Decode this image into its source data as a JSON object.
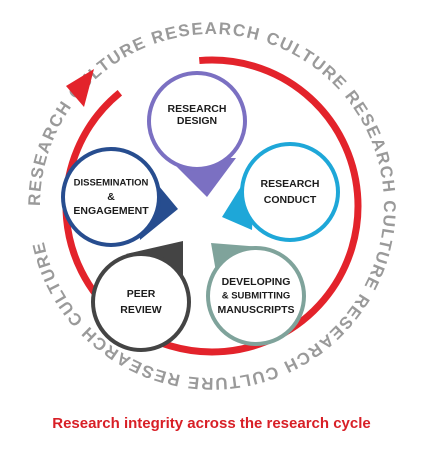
{
  "ring_text": [
    "RESEARCH CULTURE",
    "RESEARCH CULTURE",
    "RESEARCH CULTURE",
    "RESEARCH CULTURE",
    "RESEARCH CULTURE"
  ],
  "stages": [
    {
      "id": "research-design",
      "lines": [
        "RESEARCH",
        "DESIGN"
      ],
      "color": "#7b70c2"
    },
    {
      "id": "research-conduct",
      "lines": [
        "RESEARCH",
        "CONDUCT"
      ],
      "color": "#1ea7d8"
    },
    {
      "id": "developing-submitting",
      "lines": [
        "DEVELOPING",
        "& SUBMITTING",
        "MANUSCRIPTS"
      ],
      "color": "#7fa39b"
    },
    {
      "id": "peer-review",
      "lines": [
        "PEER",
        "REVIEW"
      ],
      "color": "#444444"
    },
    {
      "id": "dissemination",
      "lines": [
        "DISSEMINATION",
        "&",
        "ENGAGEMENT"
      ],
      "color": "#274d8f"
    }
  ],
  "colors": {
    "cycle": "#e3232b",
    "ring_text": "#9a9a9a",
    "caption": "#d81f26",
    "label": "#1c1c1c"
  },
  "caption": "Research integrity across the research cycle"
}
